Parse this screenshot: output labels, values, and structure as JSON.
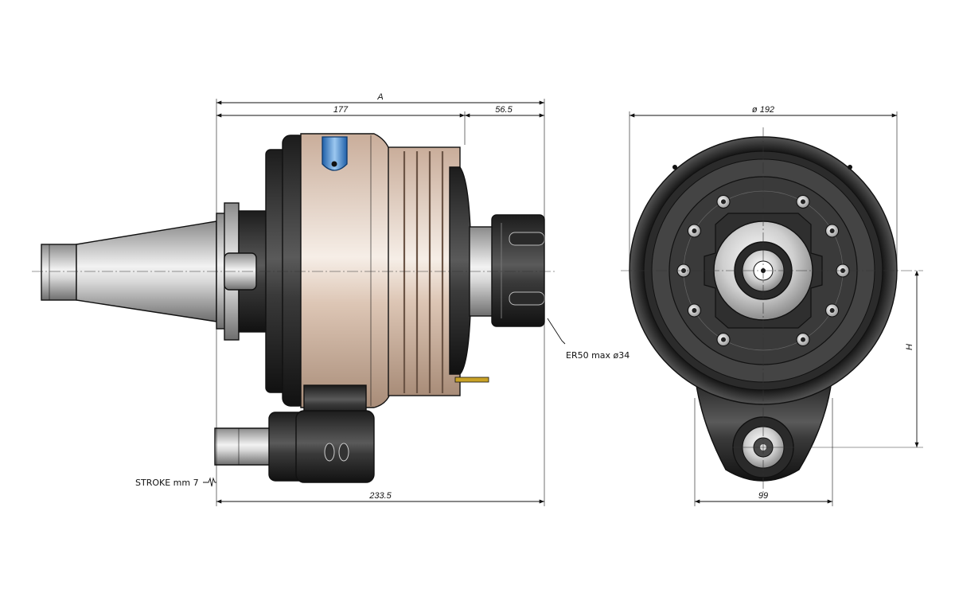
{
  "side_view": {
    "dim_overall": "A",
    "dim_body": "177",
    "dim_collet": "56.5",
    "dim_base": "233.5",
    "callout_collet": "ER50 max ø34",
    "callout_stroke": "STROKE mm 7"
  },
  "front_view": {
    "dim_diameter": "ø 192",
    "dim_width": "99",
    "dim_height": "H"
  }
}
